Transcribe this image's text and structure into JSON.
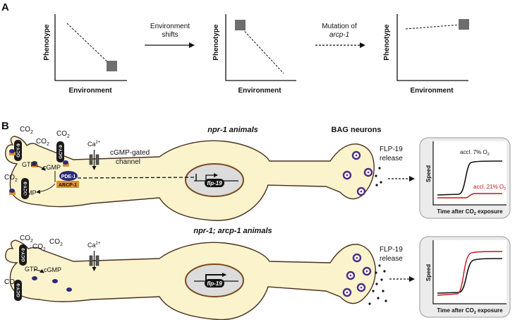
{
  "panel_a": {
    "label": "A",
    "plot1": {
      "ylabel": "Phenotype",
      "xlabel": "Environment"
    },
    "plot2": {
      "ylabel": "Phenotype",
      "xlabel": "Environment"
    },
    "plot3": {
      "ylabel": "Phenotype",
      "xlabel": "Environment"
    },
    "arrow1": {
      "line1": "Environment",
      "line2": "shifts"
    },
    "arrow2": {
      "line1": "Mutation of",
      "line2": "arcp-1"
    }
  },
  "panel_b": {
    "label": "B",
    "top": {
      "title": "npr-1 animals",
      "bag_label": "BAG neurons",
      "co2": "CO",
      "co2_sub": "2",
      "gcy9": "GCY-9",
      "gtp": "GTP",
      "cgmp": "cGMP",
      "gmp": "GMP",
      "pde1": "PDE-1",
      "arcp1": "ARCP-1",
      "ca": "Ca",
      "ca_sup": "2+",
      "channel_line1": "cGMP-gated",
      "channel_line2": "channel",
      "gene": "flp-19",
      "release_line1": "FLP-19",
      "release_line2": "release",
      "inset": {
        "ylabel": "Speed",
        "xlabel_pre": "Time after CO",
        "xlabel_sub": "2",
        "xlabel_post": " exposure",
        "series1_pre": "accl. 7% O",
        "series1_sub": "2",
        "series2_pre": "accl. 21% O",
        "series2_sub": "2"
      }
    },
    "bottom": {
      "title": "npr-1; arcp-1 animals",
      "co2": "CO",
      "co2_sub": "2",
      "gcy9": "GCY-9",
      "gtp": "GTP",
      "cgmp": "cGMP",
      "ca": "Ca",
      "ca_sup": "2+",
      "gene": "flp-19",
      "release_line1": "FLP-19",
      "release_line2": "release",
      "inset": {
        "ylabel": "Speed",
        "xlabel_pre": "Time after CO",
        "xlabel_sub": "2",
        "xlabel_post": " exposure"
      }
    }
  },
  "colors": {
    "cell_fill": "#fbf3cc",
    "cell_stroke": "#4a3020",
    "nucleus": "#dcdcdc",
    "vesicle": "#4a2c8a",
    "pde": "#2b2a7a",
    "arcp": "#e0922c",
    "receptor": "#1a1a1a",
    "square": "#6e6e6e",
    "curve_7": "#111111",
    "curve_21": "#c0161c",
    "inset_bg": "#ececec"
  }
}
